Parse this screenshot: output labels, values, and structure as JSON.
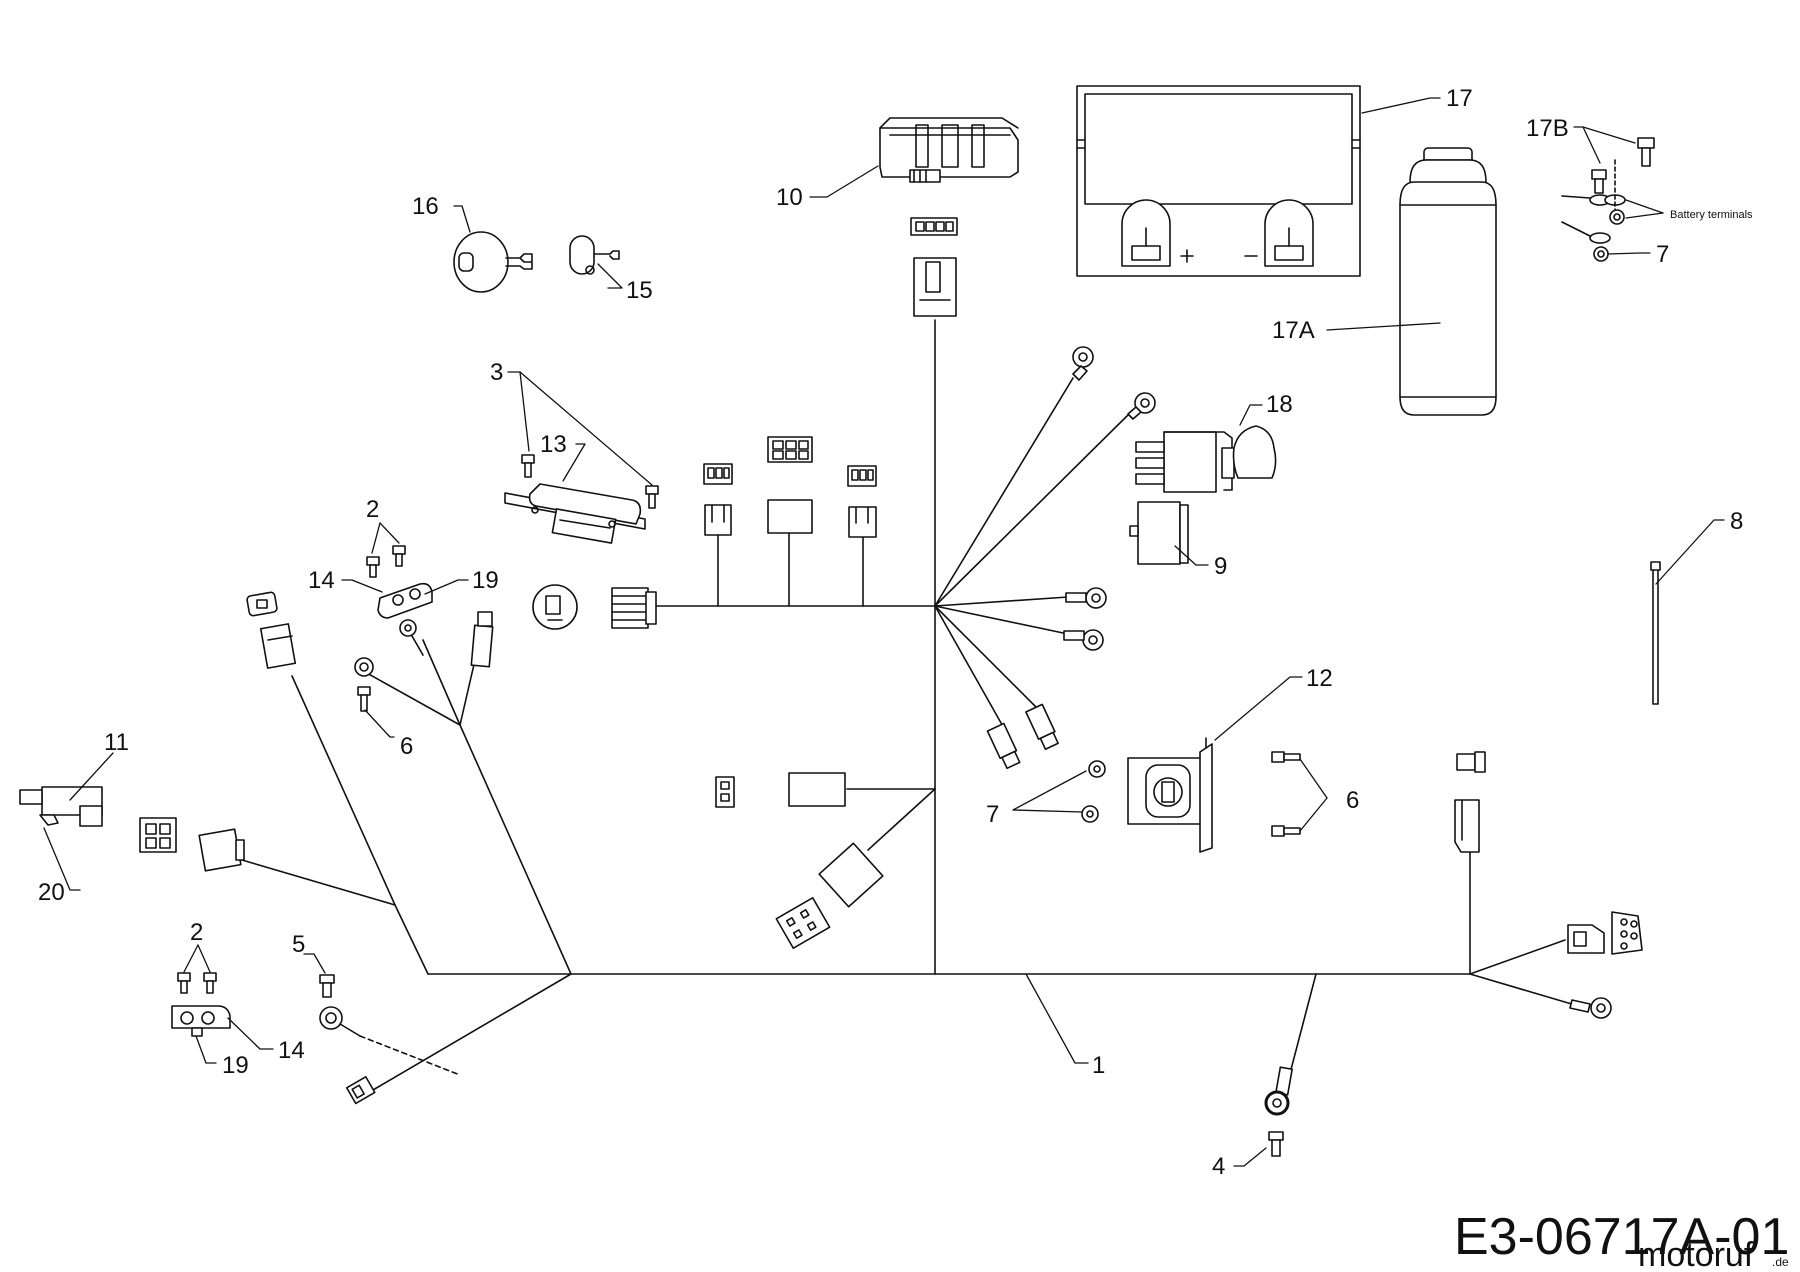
{
  "diagram": {
    "drawing_code": "E3-06717A-01",
    "watermark": "motoruf",
    "watermark_tld": ".de",
    "annotation_battery_terminals": "Battery terminals",
    "callouts": {
      "c1": "1",
      "c2a": "2",
      "c2b": "2",
      "c3": "3",
      "c4": "4",
      "c5": "5",
      "c6a": "6",
      "c6b": "6",
      "c7a": "7",
      "c7b": "7",
      "c8": "8",
      "c9": "9",
      "c10": "10",
      "c11": "11",
      "c12": "12",
      "c13": "13",
      "c14a": "14",
      "c14b": "14",
      "c15": "15",
      "c16": "16",
      "c17": "17",
      "c17A": "17A",
      "c17B": "17B",
      "c18": "18",
      "c19a": "19",
      "c19b": "19",
      "c20": "20"
    }
  }
}
